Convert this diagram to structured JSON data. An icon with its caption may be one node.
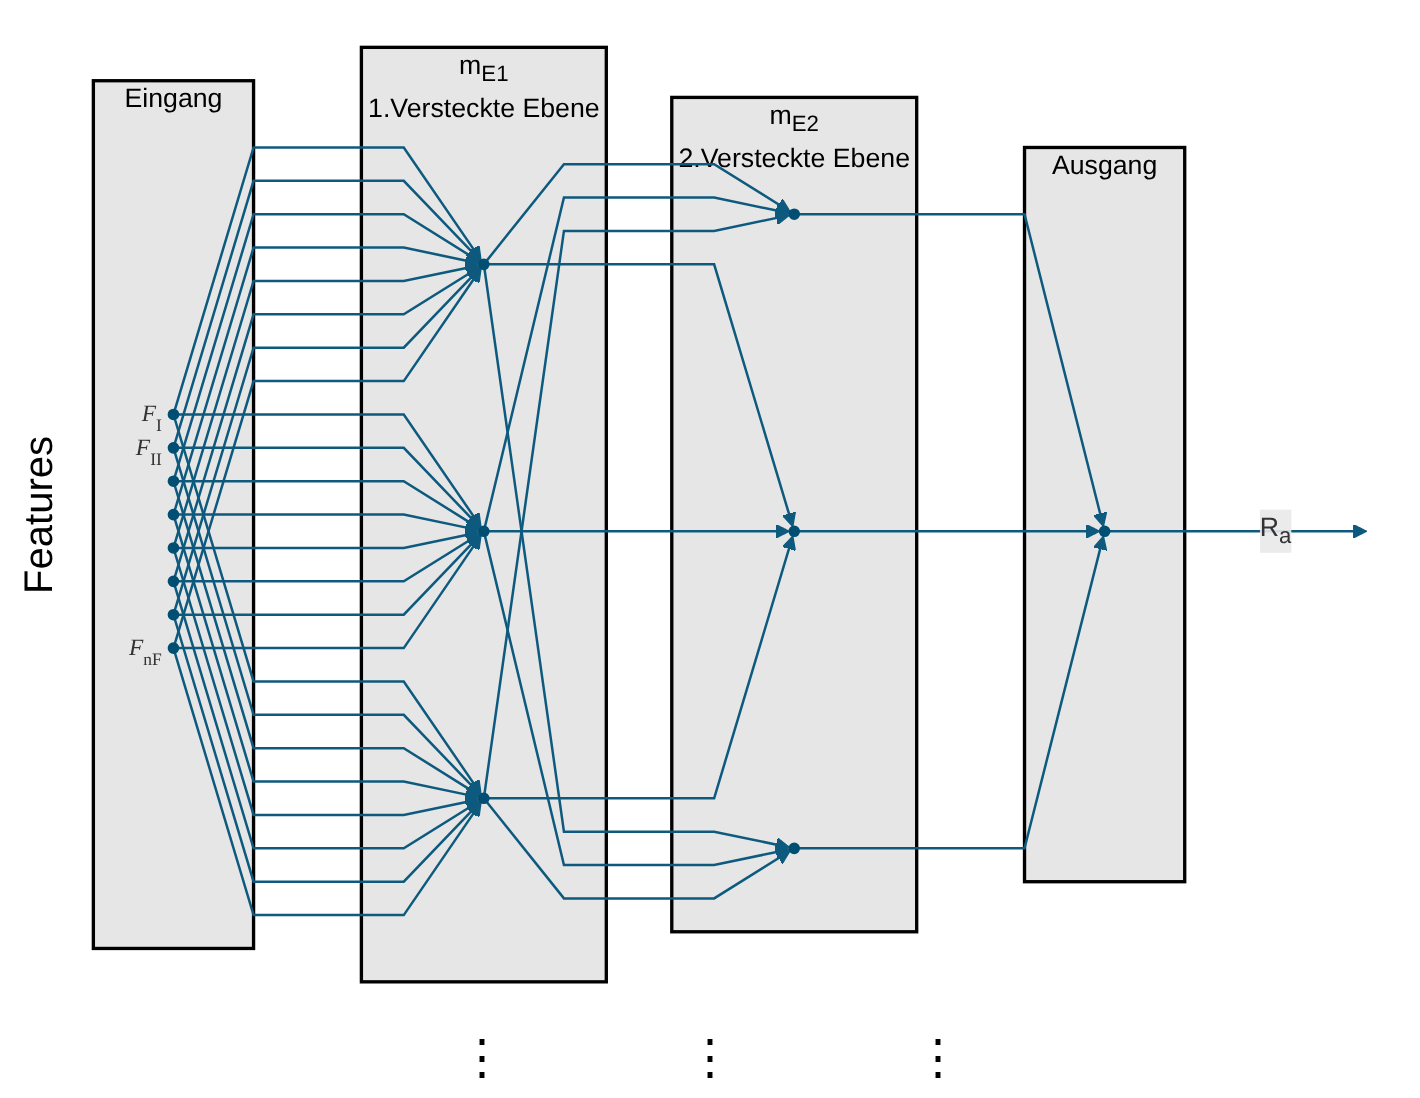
{
  "diagram": {
    "nodes": [
      {
        "text": [
          "Eingang"
        ]
      },
      {
        "text": [],
        "shape": "circle",
        "in": 0,
        "beside": [
          "F$_{I}$"
        ]
      },
      {
        "text": [],
        "shape": "circle",
        "in": 0,
        "beside": [
          "F$_{II}$"
        ]
      },
      {
        "text": [],
        "shape": "circle",
        "in": 0
      },
      {
        "text": [],
        "shape": "circle",
        "in": 0
      },
      {
        "text": [],
        "shape": "circle",
        "in": 0
      },
      {
        "text": [],
        "shape": "circle",
        "in": 0
      },
      {
        "text": [],
        "shape": "circle",
        "in": 0
      },
      {
        "text": [],
        "shape": "circle",
        "in": 0,
        "beside": [
          "F$_{nF}$"
        ]
      },
      {
        "text": [
          "m$_{E1}$",
          "1.Versteckte Ebene"
        ]
      },
      {
        "text": [],
        "shape": "circle",
        "in": 9
      },
      {
        "text": [],
        "shape": "circle",
        "in": 9
      },
      {
        "text": [],
        "shape": "circle",
        "in": 9
      },
      {
        "text": [
          "m$_{E2}$",
          "2.Versteckte Ebene"
        ]
      },
      {
        "text": [],
        "shape": "circle",
        "in": 13
      },
      {
        "text": [],
        "shape": "circle",
        "in": 13
      },
      {
        "text": [],
        "shape": "circle",
        "in": 13
      },
      {
        "text": [
          "Ausgang"
        ]
      },
      {
        "text": [],
        "shape": "circle",
        "in": 17
      }
    ],
    "edges": [
      {
        "from": 1,
        "to": 10,
        "arrow": "to"
      },
      {
        "from": 1,
        "to": 11,
        "arrow": "to"
      },
      {
        "from": 1,
        "to": 12,
        "arrow": "to"
      },
      {
        "from": 2,
        "to": 10,
        "arrow": "to"
      },
      {
        "from": 2,
        "to": 11,
        "arrow": "to"
      },
      {
        "from": 2,
        "to": 12,
        "arrow": "to"
      },
      {
        "from": 3,
        "to": 10,
        "arrow": "to"
      },
      {
        "from": 3,
        "to": 11,
        "arrow": "to"
      },
      {
        "from": 3,
        "to": 12,
        "arrow": "to"
      },
      {
        "from": 4,
        "to": 10,
        "arrow": "to"
      },
      {
        "from": 4,
        "to": 11,
        "arrow": "to"
      },
      {
        "from": 4,
        "to": 12,
        "arrow": "to"
      },
      {
        "from": 5,
        "to": 10,
        "arrow": "to"
      },
      {
        "from": 5,
        "to": 11,
        "arrow": "to"
      },
      {
        "from": 5,
        "to": 12,
        "arrow": "to"
      },
      {
        "from": 6,
        "to": 10,
        "arrow": "to"
      },
      {
        "from": 6,
        "to": 11,
        "arrow": "to"
      },
      {
        "from": 6,
        "to": 12,
        "arrow": "to"
      },
      {
        "from": 7,
        "to": 10,
        "arrow": "to"
      },
      {
        "from": 7,
        "to": 11,
        "arrow": "to"
      },
      {
        "from": 7,
        "to": 12,
        "arrow": "to"
      },
      {
        "from": 8,
        "to": 10,
        "arrow": "to"
      },
      {
        "from": 8,
        "to": 11,
        "arrow": "to"
      },
      {
        "from": 8,
        "to": 12,
        "arrow": "to"
      },
      {
        "from": 10,
        "to": 14,
        "arrow": "to"
      },
      {
        "from": 10,
        "to": 15,
        "arrow": "to"
      },
      {
        "from": 10,
        "to": 16,
        "arrow": "to"
      },
      {
        "from": 11,
        "to": 14,
        "arrow": "to"
      },
      {
        "from": 11,
        "to": 15,
        "arrow": "to"
      },
      {
        "from": 11,
        "to": 16,
        "arrow": "to"
      },
      {
        "from": 12,
        "to": 14,
        "arrow": "to"
      },
      {
        "from": 12,
        "to": 15,
        "arrow": "to"
      },
      {
        "from": 12,
        "to": 16,
        "arrow": "to"
      },
      {
        "from": 14,
        "to": 18,
        "arrow": "to"
      },
      {
        "from": 15,
        "to": 18,
        "arrow": "to"
      },
      {
        "from": 16,
        "to": 18,
        "arrow": "to"
      },
      {
        "from": 18,
        "to": null,
        "arrow": "to",
        "label": "R$_{a}$"
      }
    ],
    "labels": [
      "Features",
      "⋮",
      "⋮",
      "⋮"
    ]
  }
}
